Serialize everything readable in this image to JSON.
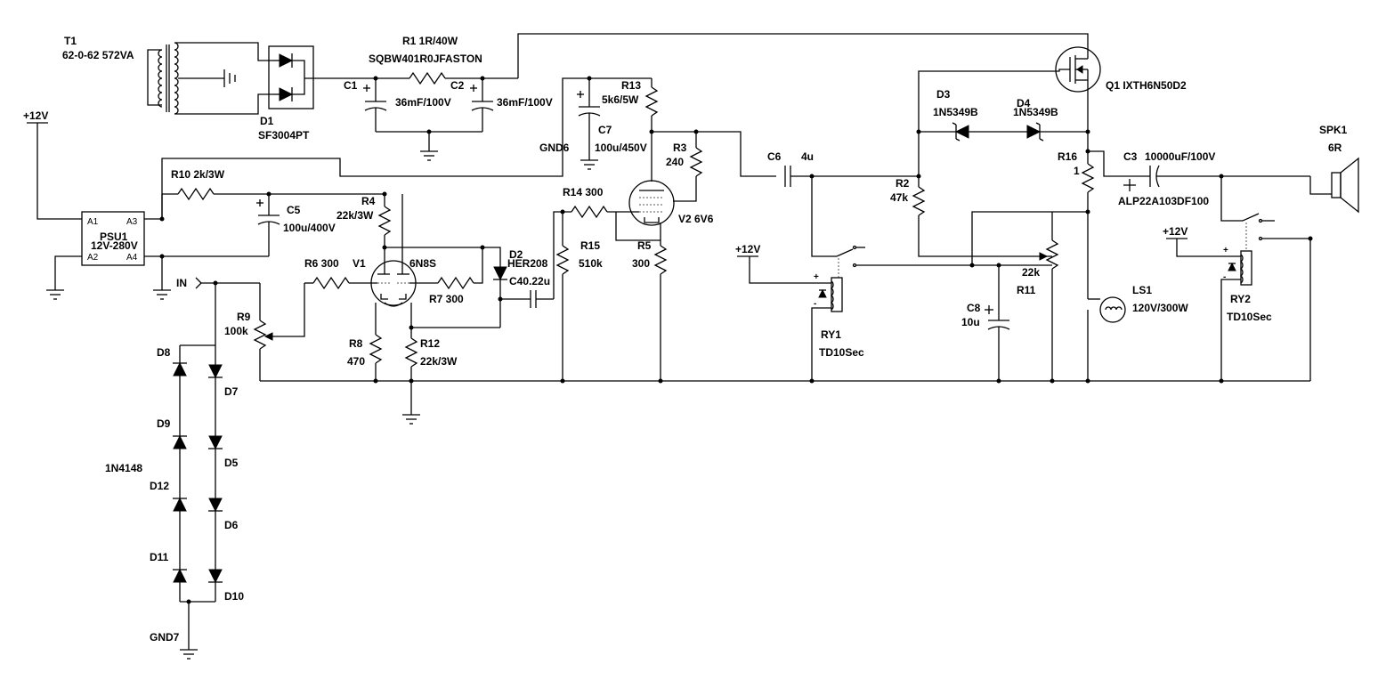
{
  "labels": {
    "t1_ref": "T1",
    "t1_val": "62-0-62 572VA",
    "d1_ref": "D1",
    "d1_val": "SF3004PT",
    "r1_ref": "R1 1R/40W",
    "r1_val": "SQBW401R0JFASTON",
    "c1_ref": "C1",
    "c1_val": "36mF/100V",
    "c2_ref": "C2",
    "c2_val": "36mF/100V",
    "v12_a": "+12V",
    "psu1_ref": "PSU1",
    "psu1_val": "12V-280V",
    "a1": "A1",
    "a2": "A2",
    "a3": "A3",
    "a4": "A4",
    "r10": "R10  2k/3W",
    "c5_ref": "C5",
    "c5_val": "100u/400V",
    "r4_ref": "R4",
    "r4_val": "22k/3W",
    "r6": "R6    300",
    "v1_ref": "V1",
    "v1_val": "6N8S",
    "r7": "R7    300",
    "in": "IN",
    "r9_ref": "R9",
    "r9_val": "100k",
    "r8_ref": "R8",
    "r8_val": "470",
    "r12_ref": "R12",
    "r12_val": "22k/3W",
    "d2_ref": "D2",
    "d2_val": "HER208",
    "c4": "C40.22u",
    "gnd6": "GND6",
    "r13_ref": "R13",
    "r13_val": "5k6/5W",
    "c7_ref": "C7",
    "c7_val": "100u/450V",
    "r3_ref": "R3",
    "r3_val": "240",
    "r14": "R14  300",
    "r15_ref": "R15",
    "r15_val": "510k",
    "r5_ref": "R5",
    "r5_val": "300",
    "v2": "V2 6V6",
    "c6_ref": "C6",
    "c6_val": "4u",
    "v12_b": "+12V",
    "ry1_ref": "RY1",
    "ry1_val": "TD10Sec",
    "r2_ref": "R2",
    "r2_val": "47k",
    "d3_ref": "D3",
    "d3_val": "1N5349B",
    "d4_ref": "D4",
    "d4_val": "1N5349B",
    "q1": "Q1  IXTH6N50D2",
    "c8_ref": "C8",
    "c8_val": "10u",
    "r11_ref": "R11",
    "r11_val": "22k",
    "r16_ref": "R16",
    "r16_val": "1",
    "ls1_ref": "LS1",
    "ls1_val": "120V/300W",
    "c3_ref": "C3",
    "c3_val": "10000uF/100V",
    "c3_part": "ALP22A103DF100",
    "v12_c": "+12V",
    "ry2_ref": "RY2",
    "ry2_val": "TD10Sec",
    "spk1_ref": "SPK1",
    "spk1_val": "6R",
    "d5": "D5",
    "d6": "D6",
    "d7": "D7",
    "d8": "D8",
    "d9": "D9",
    "d10": "D10",
    "d11": "D11",
    "d12": "D12",
    "d_string": "1N4148",
    "gnd7": "GND7",
    "plus": "+",
    "minus": "-"
  }
}
